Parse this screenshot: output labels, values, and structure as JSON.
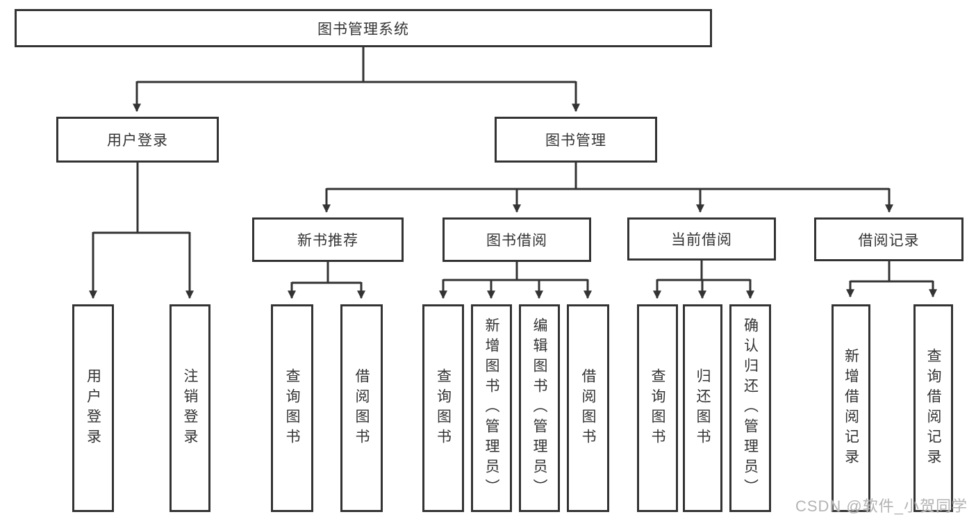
{
  "diagram_title": "图书管理系统",
  "watermark": "CSDN @软件_小贺同学",
  "colors": {
    "line": "#333333",
    "box_border": "#333333",
    "text": "#333333",
    "background": "#ffffff",
    "watermark": "#b3b3b3"
  },
  "nodes": {
    "root": {
      "label": "图书管理系统"
    },
    "user_login": {
      "label": "用户登录"
    },
    "book_mgmt": {
      "label": "图书管理"
    },
    "new_book_rec": {
      "label": "新书推荐"
    },
    "book_borrow": {
      "label": "图书借阅"
    },
    "current_borrow": {
      "label": "当前借阅"
    },
    "borrow_records": {
      "label": "借阅记录"
    },
    "ul_login": {
      "label": "用户登录"
    },
    "ul_logout": {
      "label": "注销登录"
    },
    "nb_query": {
      "label": "查询图书"
    },
    "nb_borrow": {
      "label": "借阅图书"
    },
    "bb_query": {
      "label": "查询图书"
    },
    "bb_add": {
      "label": "新增图书（管理员）"
    },
    "bb_edit": {
      "label": "编辑图书（管理员）"
    },
    "bb_borrow": {
      "label": "借阅图书"
    },
    "cb_query": {
      "label": "查询图书"
    },
    "cb_return": {
      "label": "归还图书"
    },
    "cb_confirm": {
      "label": "确认归还（管理员）"
    },
    "br_add": {
      "label": "新增借阅记录"
    },
    "br_query": {
      "label": "查询借阅记录"
    }
  },
  "hierarchy": {
    "图书管理系统": {
      "用户登录": [
        "用户登录",
        "注销登录"
      ],
      "图书管理": {
        "新书推荐": [
          "查询图书",
          "借阅图书"
        ],
        "图书借阅": [
          "查询图书",
          "新增图书（管理员）",
          "编辑图书（管理员）",
          "借阅图书"
        ],
        "当前借阅": [
          "查询图书",
          "归还图书",
          "确认归还（管理员）"
        ],
        "借阅记录": [
          "新增借阅记录",
          "查询借阅记录"
        ]
      }
    }
  }
}
